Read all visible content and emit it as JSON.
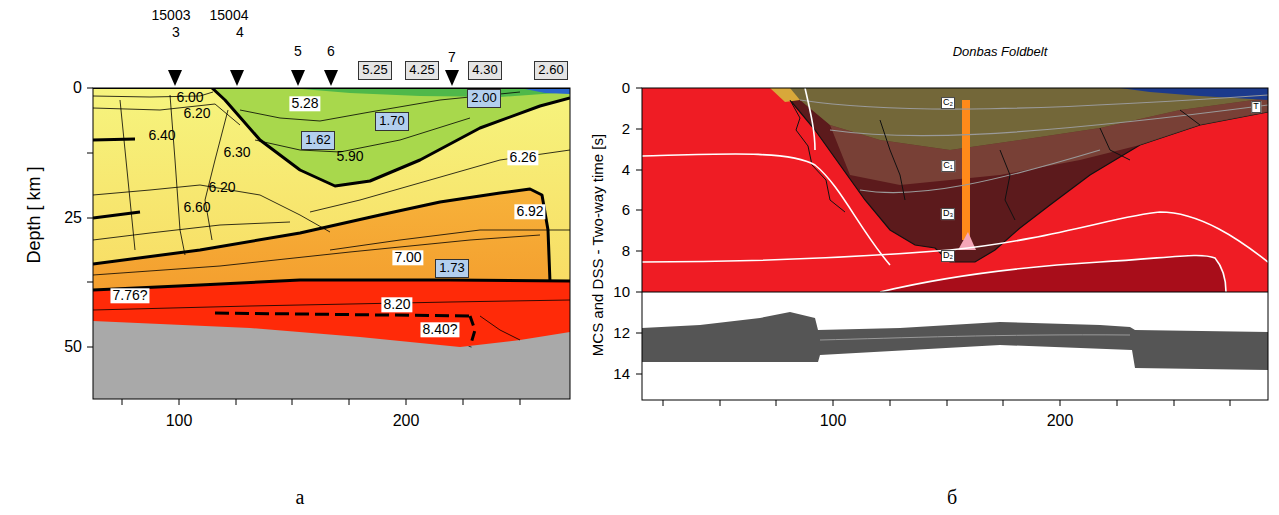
{
  "diagram": {
    "nodes": [
      {
        "text": [
          "5.25"
        ]
      },
      {
        "text": [
          "4.25"
        ]
      },
      {
        "text": [
          "4.30"
        ]
      },
      {
        "text": [
          "2.60"
        ]
      },
      {
        "text": [
          "2.00"
        ]
      },
      {
        "text": [
          "1.70"
        ]
      },
      {
        "text": [
          "1.62"
        ]
      },
      {
        "text": [
          "1.73"
        ]
      }
    ],
    "labels": [
      "15003",
      "3",
      "15004",
      "4",
      "5",
      "6",
      "7",
      "0",
      "25",
      "50",
      "Depth [ km ]",
      "100",
      "200",
      "6.00",
      "6.20",
      "6.40",
      "6.30",
      "6.20",
      "6.60",
      "5.28",
      "5.90",
      "6.26",
      "6.92",
      "7.00",
      "7.76?",
      "8.20",
      "8.40?",
      "а",
      "Donbas Foldbelt",
      "0",
      "2",
      "4",
      "6",
      "8",
      "10",
      "12",
      "14",
      "MCS and DSS - Two-way time [s]",
      "100",
      "200",
      "C₂",
      "C₁",
      "D₃",
      "D₂",
      "T",
      "б"
    ]
  }
}
